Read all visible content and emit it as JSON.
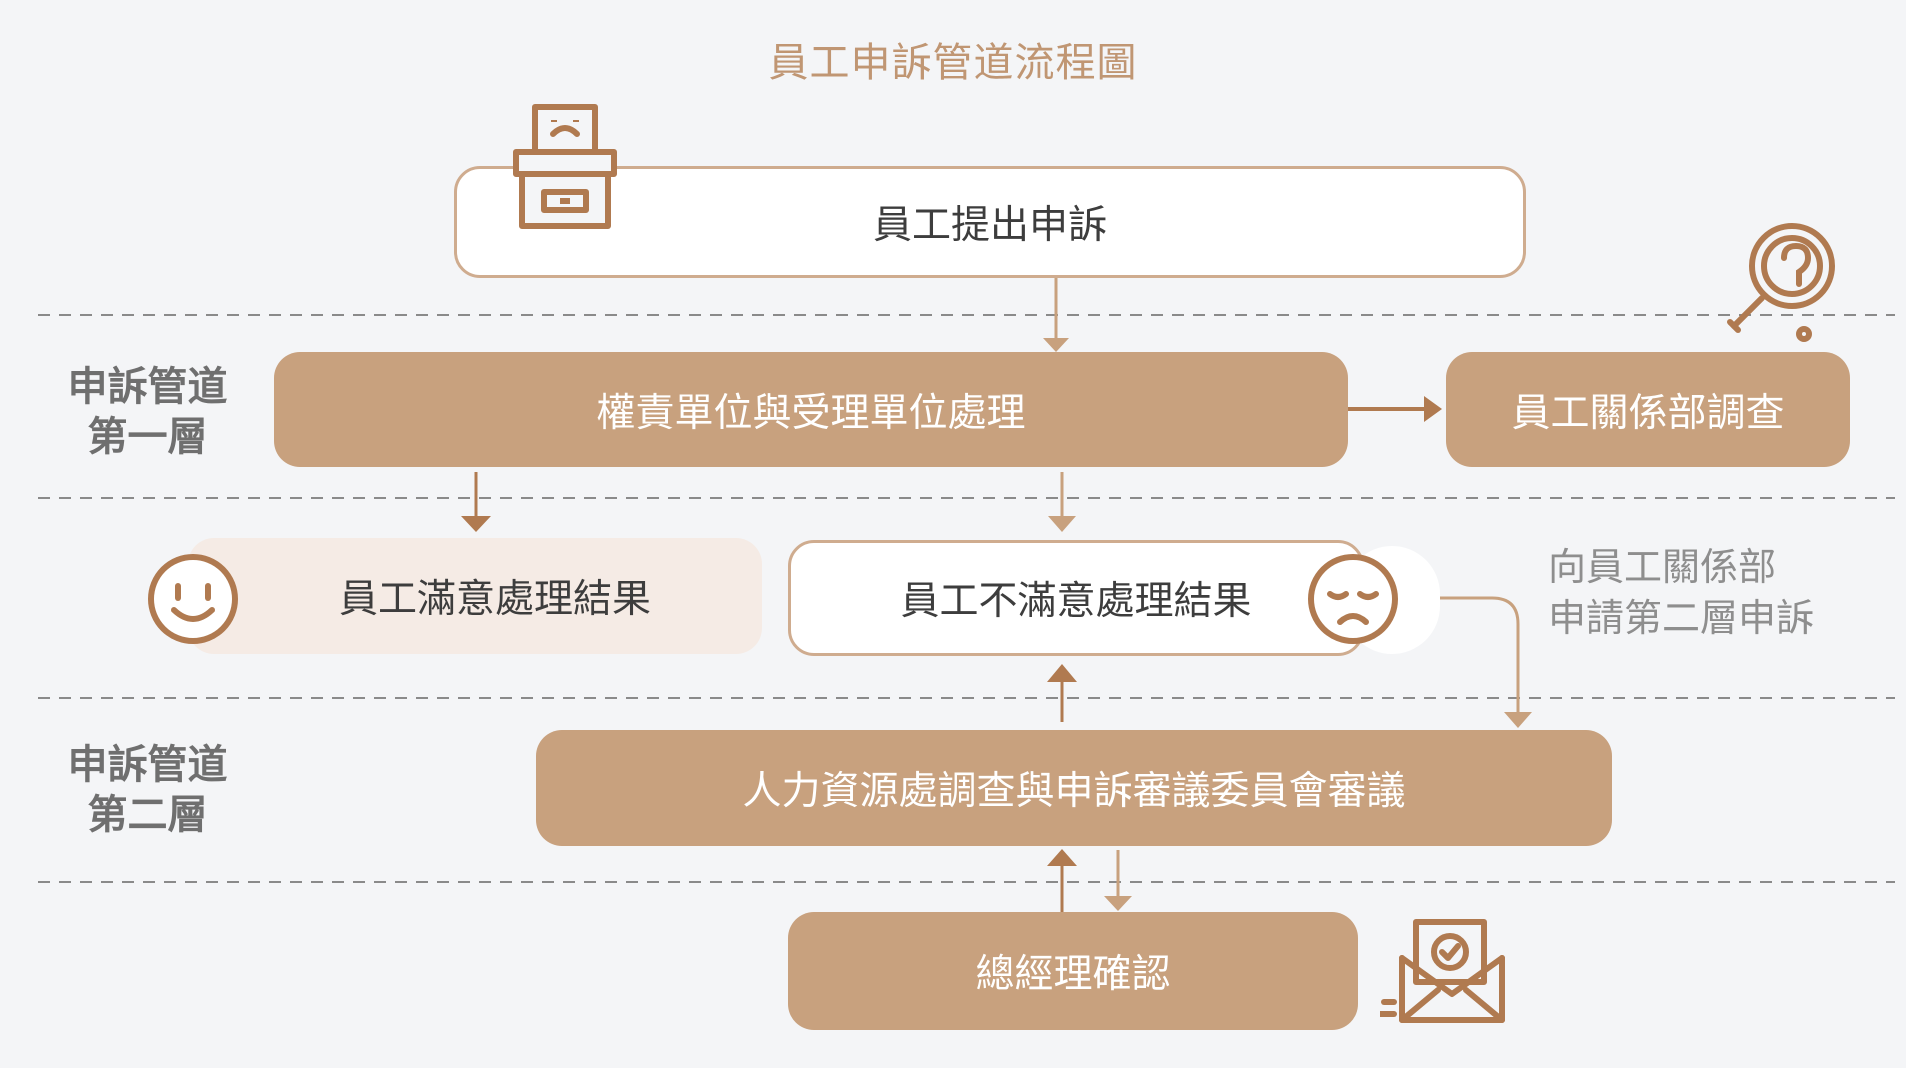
{
  "title": "員工申訴管道流程圖",
  "layers": {
    "first": {
      "line1": "申訴管道",
      "line2": "第一層"
    },
    "second": {
      "line1": "申訴管道",
      "line2": "第二層"
    }
  },
  "steps": {
    "submit": "員工提出申訴",
    "first_handling": "權責單位與受理單位處理",
    "relations_investigation": "員工關係部調查",
    "satisfied": "員工滿意處理結果",
    "unsatisfied": "員工不滿意處理結果",
    "second_review": "人力資源處調查與申訴審議委員會審議",
    "gm_confirm": "總經理確認"
  },
  "note": {
    "line1": "向員工關係部",
    "line2": "申請第二層申訴"
  },
  "icons": {
    "submit": "complaint-box-icon",
    "investigation": "magnifier-question-icon",
    "satisfied": "smiley-face-icon",
    "unsatisfied": "sad-face-icon",
    "confirm": "approved-mail-icon"
  },
  "colors": {
    "accent": "#c8a17e",
    "accent_dark": "#b07a50",
    "outline": "#cfac8f",
    "soft_fill": "#f5ebe5",
    "background": "#f4f5f7"
  }
}
